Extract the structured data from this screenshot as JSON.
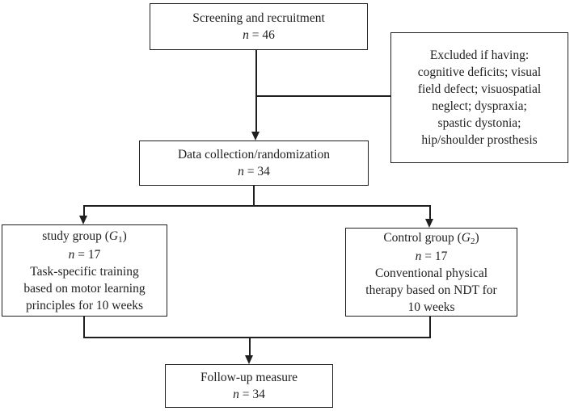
{
  "diagram": {
    "type": "flowchart",
    "colors": {
      "line": "#1f1f1f",
      "box_background": "#ffffff",
      "text": "#1f1f1f"
    },
    "boxes": {
      "screening": {
        "title": "Screening and recruitment",
        "n_italic": "n",
        "n_rest": " = 46"
      },
      "excluded": {
        "lines": [
          "Excluded if having:",
          "cognitive deficits; visual",
          "field defect; visuospatial",
          "neglect; dyspraxia;",
          "spastic dystonia;",
          "hip/shoulder prosthesis"
        ]
      },
      "data_collection": {
        "title": "Data collection/randomization",
        "n_italic": "n",
        "n_rest": " = 34"
      },
      "study_group": {
        "title_pre": "study group (",
        "title_g": "G",
        "title_sub": "1",
        "title_post": ")",
        "n_italic": "n",
        "n_rest": " = 17",
        "lines": [
          "Task-specific training",
          "based on motor learning",
          "principles for 10 weeks"
        ]
      },
      "control_group": {
        "title_pre": "Control group (",
        "title_g": "G",
        "title_sub": "2",
        "title_post": ")",
        "n_italic": "n",
        "n_rest": " = 17",
        "lines": [
          "Conventional physical",
          "therapy based on NDT for",
          "10 weeks"
        ]
      },
      "followup": {
        "title": "Follow-up measure",
        "n_italic": "n",
        "n_rest": " = 34"
      }
    }
  }
}
